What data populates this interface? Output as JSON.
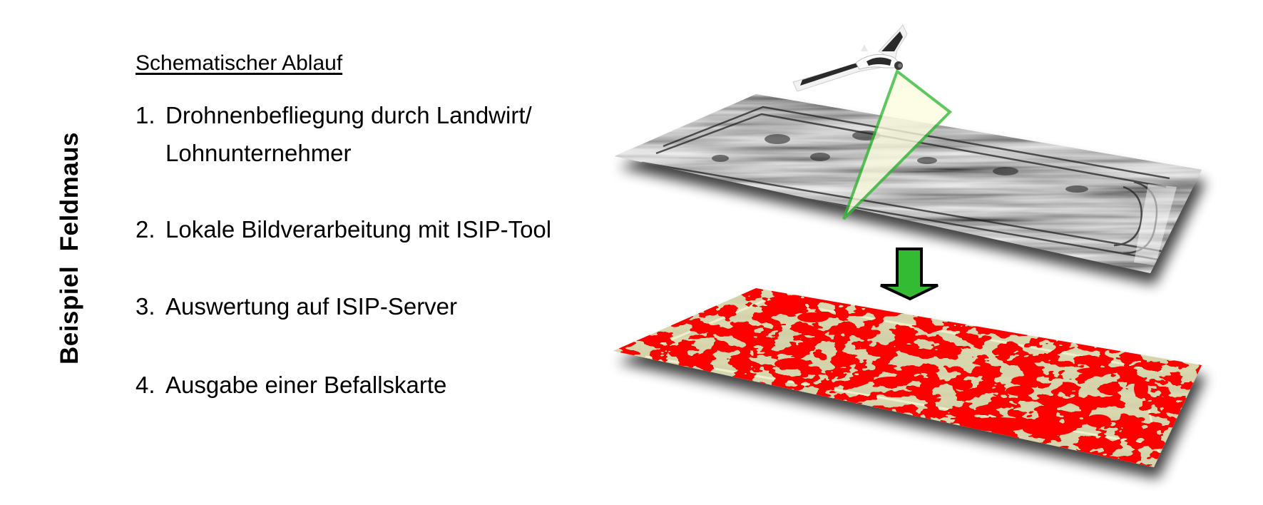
{
  "side_title": "Beispiel  Feldmaus",
  "heading": "Schematischer Ablauf",
  "steps": [
    {
      "number": "1.",
      "text": "Drohnenbefliegung durch Landwirt/",
      "continuation": "Lohnunternehmer"
    },
    {
      "number": "2.",
      "text": "Lokale Bildverarbeitung mit ISIP-Tool"
    },
    {
      "number": "3.",
      "text": "Auswertung auf ISIP-Server"
    },
    {
      "number": "4.",
      "text": "Ausgabe einer Befallskarte"
    }
  ],
  "figure": {
    "elements": [
      "drone",
      "camera-view-cone",
      "grayscale-field-image",
      "process-arrow",
      "infestation-map"
    ],
    "colors": {
      "cone_stroke": "#33b833",
      "cone_fill": "#fdfde0",
      "arrow_fill": "#33bb33",
      "arrow_stroke": "#000000",
      "map_base": "#d8d6ac",
      "infestation": "#ff0000"
    }
  }
}
